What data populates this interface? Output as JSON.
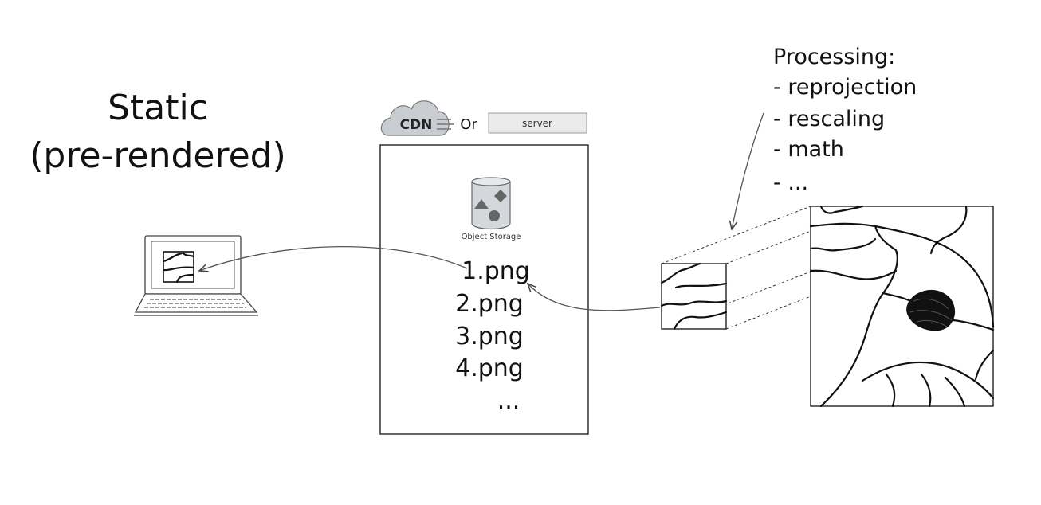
{
  "title": {
    "line1": "Static",
    "line2": "(pre-rendered)"
  },
  "cdn": {
    "label": "CDN",
    "or": "Or",
    "server": "server"
  },
  "storage": {
    "label": "Object Storage",
    "files": [
      "1.png",
      "2.png",
      "3.png",
      "4.png",
      "..."
    ]
  },
  "processing": {
    "heading": "Processing:",
    "items": [
      "- reprojection",
      "- rescaling",
      "- math",
      "- ..."
    ]
  },
  "colors": {
    "ink": "#111111",
    "cloud": "#c9ccd1",
    "storage": "#d4d7dc",
    "server_box": "#ebebeb"
  },
  "icons": [
    "laptop-icon",
    "cloud-icon",
    "object-storage-icon"
  ]
}
